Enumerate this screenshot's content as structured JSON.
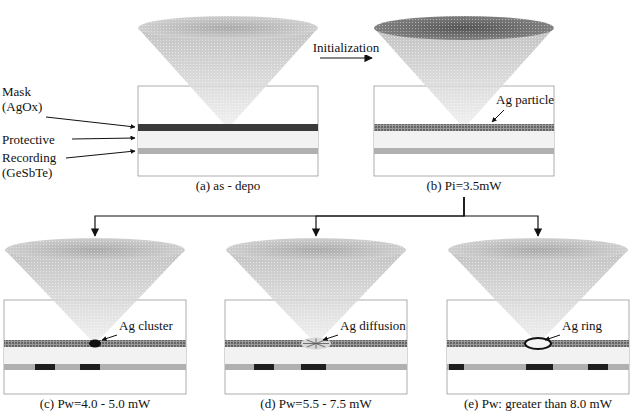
{
  "diagram": {
    "nodes": [
      {
        "text": [
          "(a) as - depo"
        ]
      },
      {
        "text": [
          "(b) Pi=3.5mW"
        ]
      },
      {
        "text": [
          "(c) Pw=4.0 - 5.0 mW"
        ]
      },
      {
        "text": [
          "(d) Pw=5.5 - 7.5 mW"
        ]
      },
      {
        "text": [
          "(e) Pw: greater than 8.0 mW"
        ]
      }
    ],
    "edges": [
      {
        "from": 0,
        "to": 1,
        "arrow": "to",
        "label": "Initialization"
      },
      {
        "from": 1,
        "to": 2,
        "arrow": "to"
      },
      {
        "from": 1,
        "to": 3,
        "arrow": "to"
      },
      {
        "from": 1,
        "to": 4,
        "arrow": "to"
      }
    ],
    "labels": [
      "Mask (AgOx)",
      "Protective",
      "Recording (GeSbTe)",
      "Ag particle",
      "Ag cluster",
      "Ag diffusion",
      "Ag ring"
    ]
  }
}
